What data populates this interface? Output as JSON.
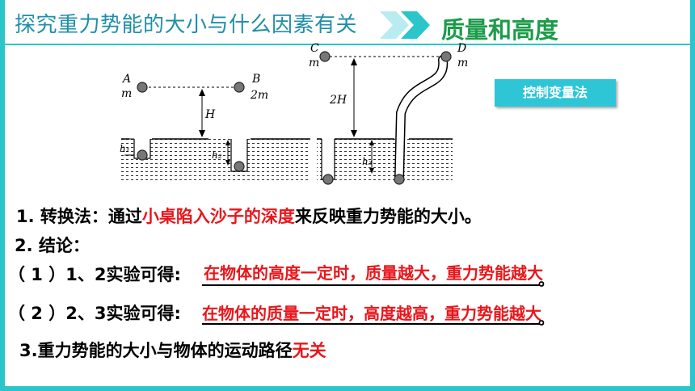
{
  "header": {
    "title": "探究重力势能的大小与什么因素有关",
    "topic": "质量和高度"
  },
  "method_box": "控制变量法",
  "diagram_labels": {
    "A": "A",
    "A_mass": "m",
    "B": "B",
    "B_mass": "2m",
    "C": "C",
    "C_mass": "m",
    "D": "D",
    "D_mass": "m",
    "H": "H",
    "2H": "2H",
    "h1": "h₁",
    "h2": "h₂",
    "h3": "h₃"
  },
  "content": {
    "point1_prefix": "1. 转换法：通过",
    "point1_highlight": "小桌陷入沙子的深度",
    "point1_suffix": "来反映重力势能的大小。",
    "point2": "2. 结论：",
    "conclusion1_prefix": "（ 1 ）1、2实验可得:",
    "conclusion1_answer": "在物体的高度一定时，质量越大，重力势能越大",
    "conclusion2_prefix": "（ 2 ）2、3实验可得:",
    "conclusion2_answer": "在物体的质量一定时，高度越高，重力势能越大",
    "period": "。",
    "point3_prefix": "3.重力势能的大小与物体的运动路径",
    "point3_highlight": "无关"
  },
  "colors": {
    "frame": "#2ac6c9",
    "title": "#1f8fa8",
    "topic": "#1c9c4a",
    "highlight": "#e8161b",
    "method_box": "#2ec6d6"
  }
}
